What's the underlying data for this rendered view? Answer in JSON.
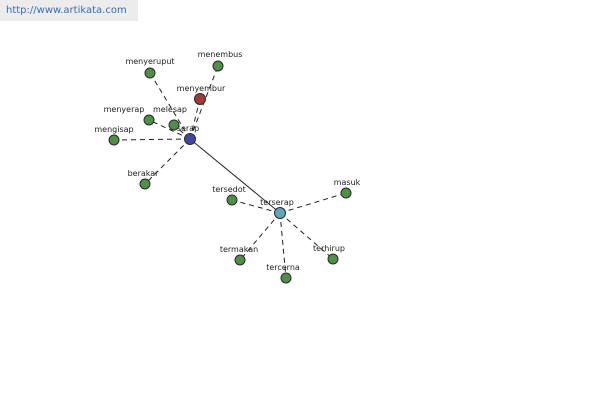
{
  "header": {
    "url": "http://www.artikata.com"
  },
  "colors": {
    "leaf": "#4f8f47",
    "hub_serap": "#3d4aa0",
    "hub_terserap": "#5fa6b8",
    "highlight": "#a33a36"
  },
  "graph": {
    "nodes": [
      {
        "id": "serap",
        "label": "serap",
        "kind": "hub_serap"
      },
      {
        "id": "terserap",
        "label": "terserap",
        "kind": "hub_terserap"
      },
      {
        "id": "menyeruput",
        "label": "menyeruput",
        "kind": "leaf"
      },
      {
        "id": "menembus",
        "label": "menembus",
        "kind": "leaf"
      },
      {
        "id": "menyembur",
        "label": "menyembur",
        "kind": "highlight"
      },
      {
        "id": "menyerap",
        "label": "menyerap",
        "kind": "leaf"
      },
      {
        "id": "melesap",
        "label": "melesap",
        "kind": "leaf"
      },
      {
        "id": "mengisap",
        "label": "mengisap",
        "kind": "leaf"
      },
      {
        "id": "berakar",
        "label": "berakar",
        "kind": "leaf"
      },
      {
        "id": "tersedot",
        "label": "tersedot",
        "kind": "leaf"
      },
      {
        "id": "masuk",
        "label": "masuk",
        "kind": "leaf"
      },
      {
        "id": "termakan",
        "label": "termakan",
        "kind": "leaf"
      },
      {
        "id": "tercerna",
        "label": "tercerna",
        "kind": "leaf"
      },
      {
        "id": "terhirup",
        "label": "terhirup",
        "kind": "leaf"
      }
    ],
    "edges": [
      {
        "from": "serap",
        "to": "terserap",
        "style": "solid"
      },
      {
        "from": "serap",
        "to": "menyeruput",
        "style": "dashed"
      },
      {
        "from": "serap",
        "to": "menembus",
        "style": "dashed"
      },
      {
        "from": "serap",
        "to": "menyembur",
        "style": "dashed"
      },
      {
        "from": "serap",
        "to": "menyerap",
        "style": "dashed"
      },
      {
        "from": "serap",
        "to": "melesap",
        "style": "dashed"
      },
      {
        "from": "serap",
        "to": "mengisap",
        "style": "dashed"
      },
      {
        "from": "serap",
        "to": "berakar",
        "style": "dashed"
      },
      {
        "from": "terserap",
        "to": "tersedot",
        "style": "dashed"
      },
      {
        "from": "terserap",
        "to": "masuk",
        "style": "dashed"
      },
      {
        "from": "terserap",
        "to": "termakan",
        "style": "dashed"
      },
      {
        "from": "terserap",
        "to": "tercerna",
        "style": "dashed"
      },
      {
        "from": "terserap",
        "to": "terhirup",
        "style": "dashed"
      }
    ]
  }
}
